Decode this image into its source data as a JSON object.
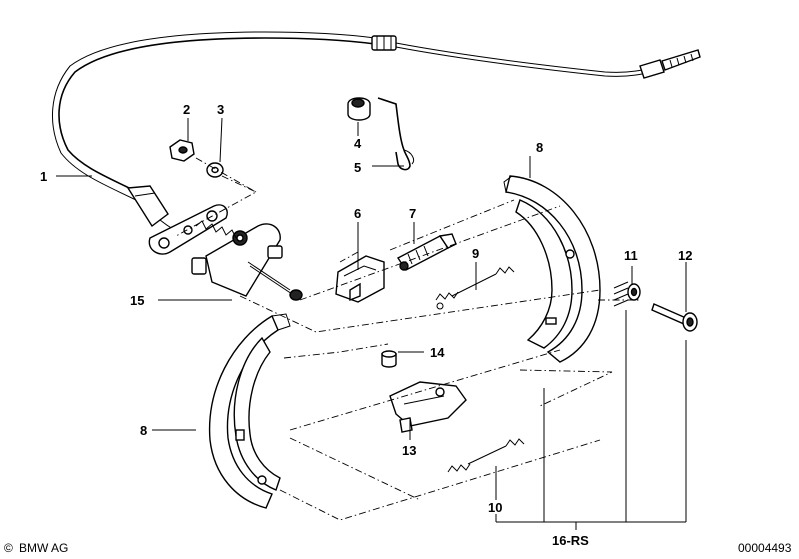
{
  "callouts": {
    "c1": "1",
    "c2": "2",
    "c3": "3",
    "c4": "4",
    "c5": "5",
    "c6": "6",
    "c7": "7",
    "c8a": "8",
    "c8b": "8",
    "c9": "9",
    "c10": "10",
    "c11": "11",
    "c12": "12",
    "c13": "13",
    "c14": "14",
    "c15": "15",
    "c16": "16-RS"
  },
  "footer": {
    "brand": "BMW AG",
    "copyright_symbol": "©",
    "doc_number": "00004493"
  }
}
